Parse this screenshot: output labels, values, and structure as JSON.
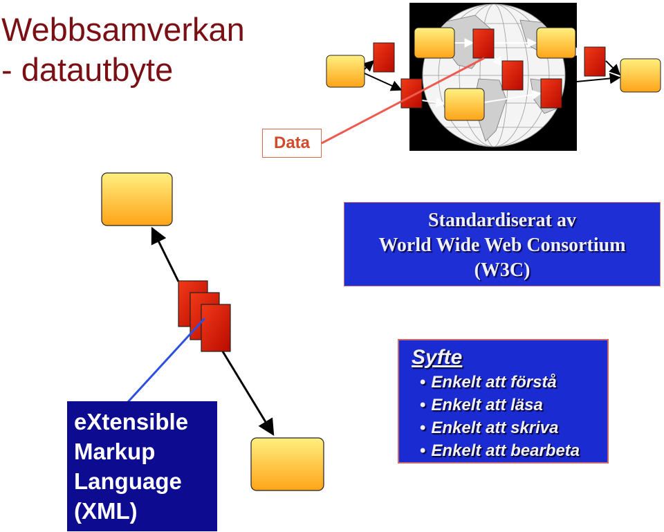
{
  "title": {
    "line1": "Webbsamverkan",
    "line2": "- datautbyte"
  },
  "data_label": "Data",
  "w3c": {
    "line1": "Standardiserat av",
    "line2": "World Wide Web Consortium",
    "line3": "(W3C)"
  },
  "xml": {
    "line1": "eXtensible",
    "line2": "Markup",
    "line3": "Language",
    "line4": "(XML)"
  },
  "syfte": {
    "heading": "Syfte",
    "items": [
      "Enkelt att förstå",
      "Enkelt att läsa",
      "Enkelt att skriva",
      "Enkelt att bearbeta"
    ]
  },
  "colors": {
    "title": "#7a0f14",
    "w3c_box": "#1f2fd6",
    "xml_box": "#0d0c90",
    "syfte_box": "#1a2bd1",
    "node_fill": "#ffc93a",
    "document_fill": "#e0200c",
    "pointer_line": "#ef5a50",
    "xml_pointer_line": "#2b4fe0"
  },
  "icons": [
    "globe-icon",
    "node-box-icon",
    "document-stack-icon",
    "arrow-icon"
  ]
}
